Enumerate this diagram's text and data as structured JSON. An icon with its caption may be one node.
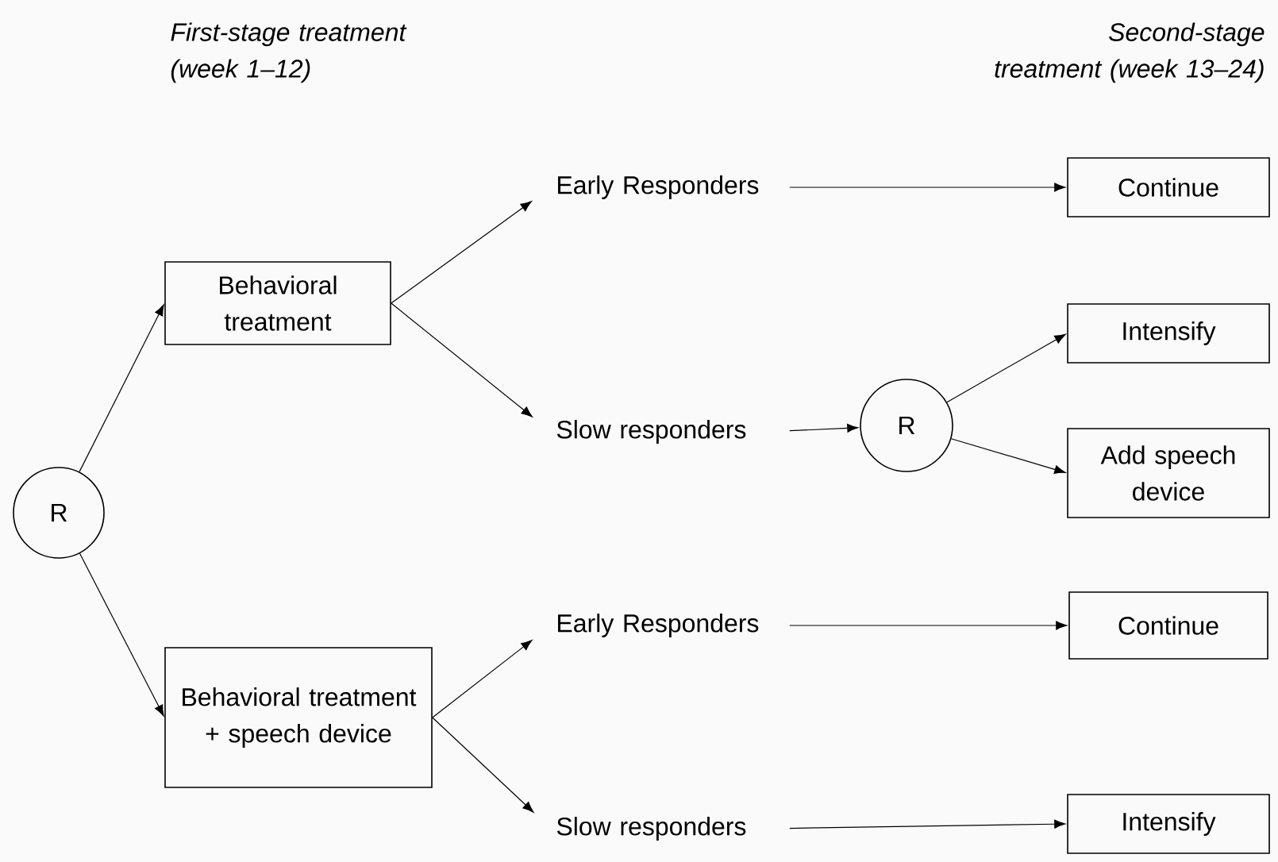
{
  "diagram": {
    "nodes": [
      {
        "text": [
          "R"
        ]
      },
      {
        "text": [
          "Behavioral treatment"
        ]
      },
      {
        "text": [
          "Early Responders"
        ]
      },
      {
        "text": [
          "Slow responders"
        ]
      },
      {
        "text": [
          "R"
        ]
      },
      {
        "text": [
          "Continue"
        ]
      },
      {
        "text": [
          "Intensify"
        ]
      },
      {
        "text": [
          "Add speech device"
        ]
      },
      {
        "text": [
          "Behavioral treatment + speech device"
        ]
      },
      {
        "text": [
          "Early Responders"
        ]
      },
      {
        "text": [
          "Continue"
        ]
      },
      {
        "text": [
          "Slow responders"
        ]
      },
      {
        "text": [
          "Intensify"
        ]
      }
    ],
    "edges": [
      {
        "from": 0,
        "to": 1,
        "arrow": "to"
      },
      {
        "from": 0,
        "to": 8,
        "arrow": "to"
      },
      {
        "from": 1,
        "to": 2,
        "arrow": "to"
      },
      {
        "from": 1,
        "to": 3,
        "arrow": "to"
      },
      {
        "from": 2,
        "to": 5,
        "arrow": "to"
      },
      {
        "from": 3,
        "to": 4,
        "arrow": "to"
      },
      {
        "from": 4,
        "to": 6,
        "arrow": "to"
      },
      {
        "from": 4,
        "to": 7,
        "arrow": "to"
      },
      {
        "from": 8,
        "to": 9,
        "arrow": "to"
      },
      {
        "from": 8,
        "to": 11,
        "arrow": "to"
      },
      {
        "from": 9,
        "to": 10,
        "arrow": "to"
      },
      {
        "from": 11,
        "to": 12,
        "arrow": "to"
      }
    ],
    "labels": [
      "First-stage treatment (week 1–12)",
      "Second-stage treatment (week 13–24)"
    ]
  }
}
